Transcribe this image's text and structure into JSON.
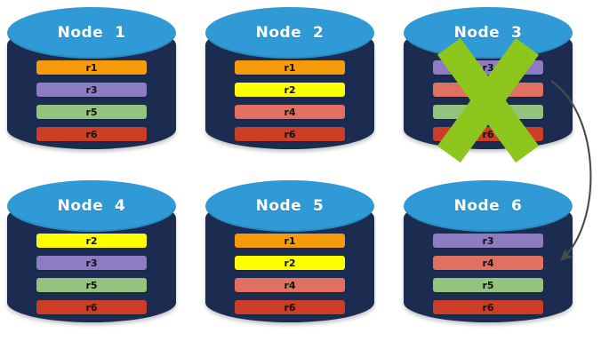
{
  "diagram": {
    "title_prefix": "Node",
    "palette": {
      "cylinder_body": "#1b2c50",
      "cylinder_top": "#309ad6",
      "title_text": "#ffffff",
      "cross": "#8dc71e",
      "arrow": "#4a4a4a",
      "background": "#ffffff",
      "r1": "#f59b0b",
      "r2": "#ffff00",
      "r3": "#8e7cc3",
      "r4": "#e0705f",
      "r5": "#93c47d",
      "r6": "#cc3d26"
    },
    "record_colors": {
      "r1": "#f59b0b",
      "r2": "#ffff00",
      "r3": "#8e7cc3",
      "r4": "#e0705f",
      "r5": "#93c47d",
      "r6": "#cc3d26"
    },
    "nodes": [
      {
        "id": "node-1",
        "label": "Node  1",
        "failed": false,
        "records": [
          {
            "label": "r1",
            "color": "#f59b0b"
          },
          {
            "label": "r3",
            "color": "#8e7cc3"
          },
          {
            "label": "r5",
            "color": "#93c47d"
          },
          {
            "label": "r6",
            "color": "#cc3d26"
          }
        ]
      },
      {
        "id": "node-2",
        "label": "Node  2",
        "failed": false,
        "records": [
          {
            "label": "r1",
            "color": "#f59b0b"
          },
          {
            "label": "r2",
            "color": "#ffff00"
          },
          {
            "label": "r4",
            "color": "#e0705f"
          },
          {
            "label": "r6",
            "color": "#cc3d26"
          }
        ]
      },
      {
        "id": "node-3",
        "label": "Node  3",
        "failed": true,
        "records": [
          {
            "label": "r3",
            "color": "#8e7cc3"
          },
          {
            "label": "r4",
            "color": "#e0705f"
          },
          {
            "label": "r5",
            "color": "#93c47d"
          },
          {
            "label": "r6",
            "color": "#cc3d26"
          }
        ]
      },
      {
        "id": "node-4",
        "label": "Node  4",
        "failed": false,
        "records": [
          {
            "label": "r2",
            "color": "#ffff00"
          },
          {
            "label": "r3",
            "color": "#8e7cc3"
          },
          {
            "label": "r5",
            "color": "#93c47d"
          },
          {
            "label": "r6",
            "color": "#cc3d26"
          }
        ]
      },
      {
        "id": "node-5",
        "label": "Node  5",
        "failed": false,
        "records": [
          {
            "label": "r1",
            "color": "#f59b0b"
          },
          {
            "label": "r2",
            "color": "#ffff00"
          },
          {
            "label": "r4",
            "color": "#e0705f"
          },
          {
            "label": "r6",
            "color": "#cc3d26"
          }
        ]
      },
      {
        "id": "node-6",
        "label": "Node  6",
        "failed": false,
        "records": [
          {
            "label": "r3",
            "color": "#8e7cc3"
          },
          {
            "label": "r4",
            "color": "#e0705f"
          },
          {
            "label": "r5",
            "color": "#93c47d"
          },
          {
            "label": "r6",
            "color": "#cc3d26"
          }
        ]
      }
    ],
    "failover_arrow": {
      "from_node": "node-3",
      "to_node": "node-6"
    }
  }
}
